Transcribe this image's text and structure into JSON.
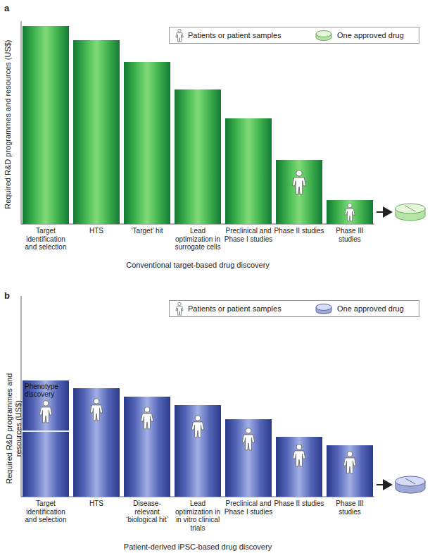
{
  "diagram": {
    "nodes": [
      {
        "text": [
          "Target identification and selection"
        ]
      },
      {
        "text": [
          "HTS"
        ]
      },
      {
        "text": [
          "‘Target’ hit"
        ]
      },
      {
        "text": [
          "Lead optimization in surrogate cells"
        ]
      },
      {
        "text": [
          "Preclinical and Phase I studies"
        ]
      },
      {
        "text": [
          "Phase II studies"
        ]
      },
      {
        "text": [
          "Phase III studies"
        ]
      },
      {
        "text": [
          "Target identification and selection"
        ]
      },
      {
        "text": [
          "Phenotype discovery"
        ],
        "in": 7
      },
      {
        "text": [
          "HTS"
        ]
      },
      {
        "text": [
          "Disease-relevant ‘biological hit’"
        ]
      },
      {
        "text": [
          "Lead optimization in in vitro clinical trials"
        ]
      },
      {
        "text": [
          "Preclinical and Phase I studies"
        ]
      },
      {
        "text": [
          "Phase II studies"
        ]
      },
      {
        "text": [
          "Phase III studies"
        ]
      }
    ],
    "labels": [
      "a",
      "Required R&D programmes and resources (US$)",
      "Conventional target-based drug discovery",
      "b",
      "Required R&D programmes and resources (US$)",
      "Patient-derived iPSC-based drug discovery"
    ],
    "legend": [
      {
        "text": "Patients or patient samples"
      },
      {
        "text": "One approved drug"
      },
      {
        "text": "Patients or patient samples"
      },
      {
        "text": "One approved drug"
      }
    ]
  }
}
